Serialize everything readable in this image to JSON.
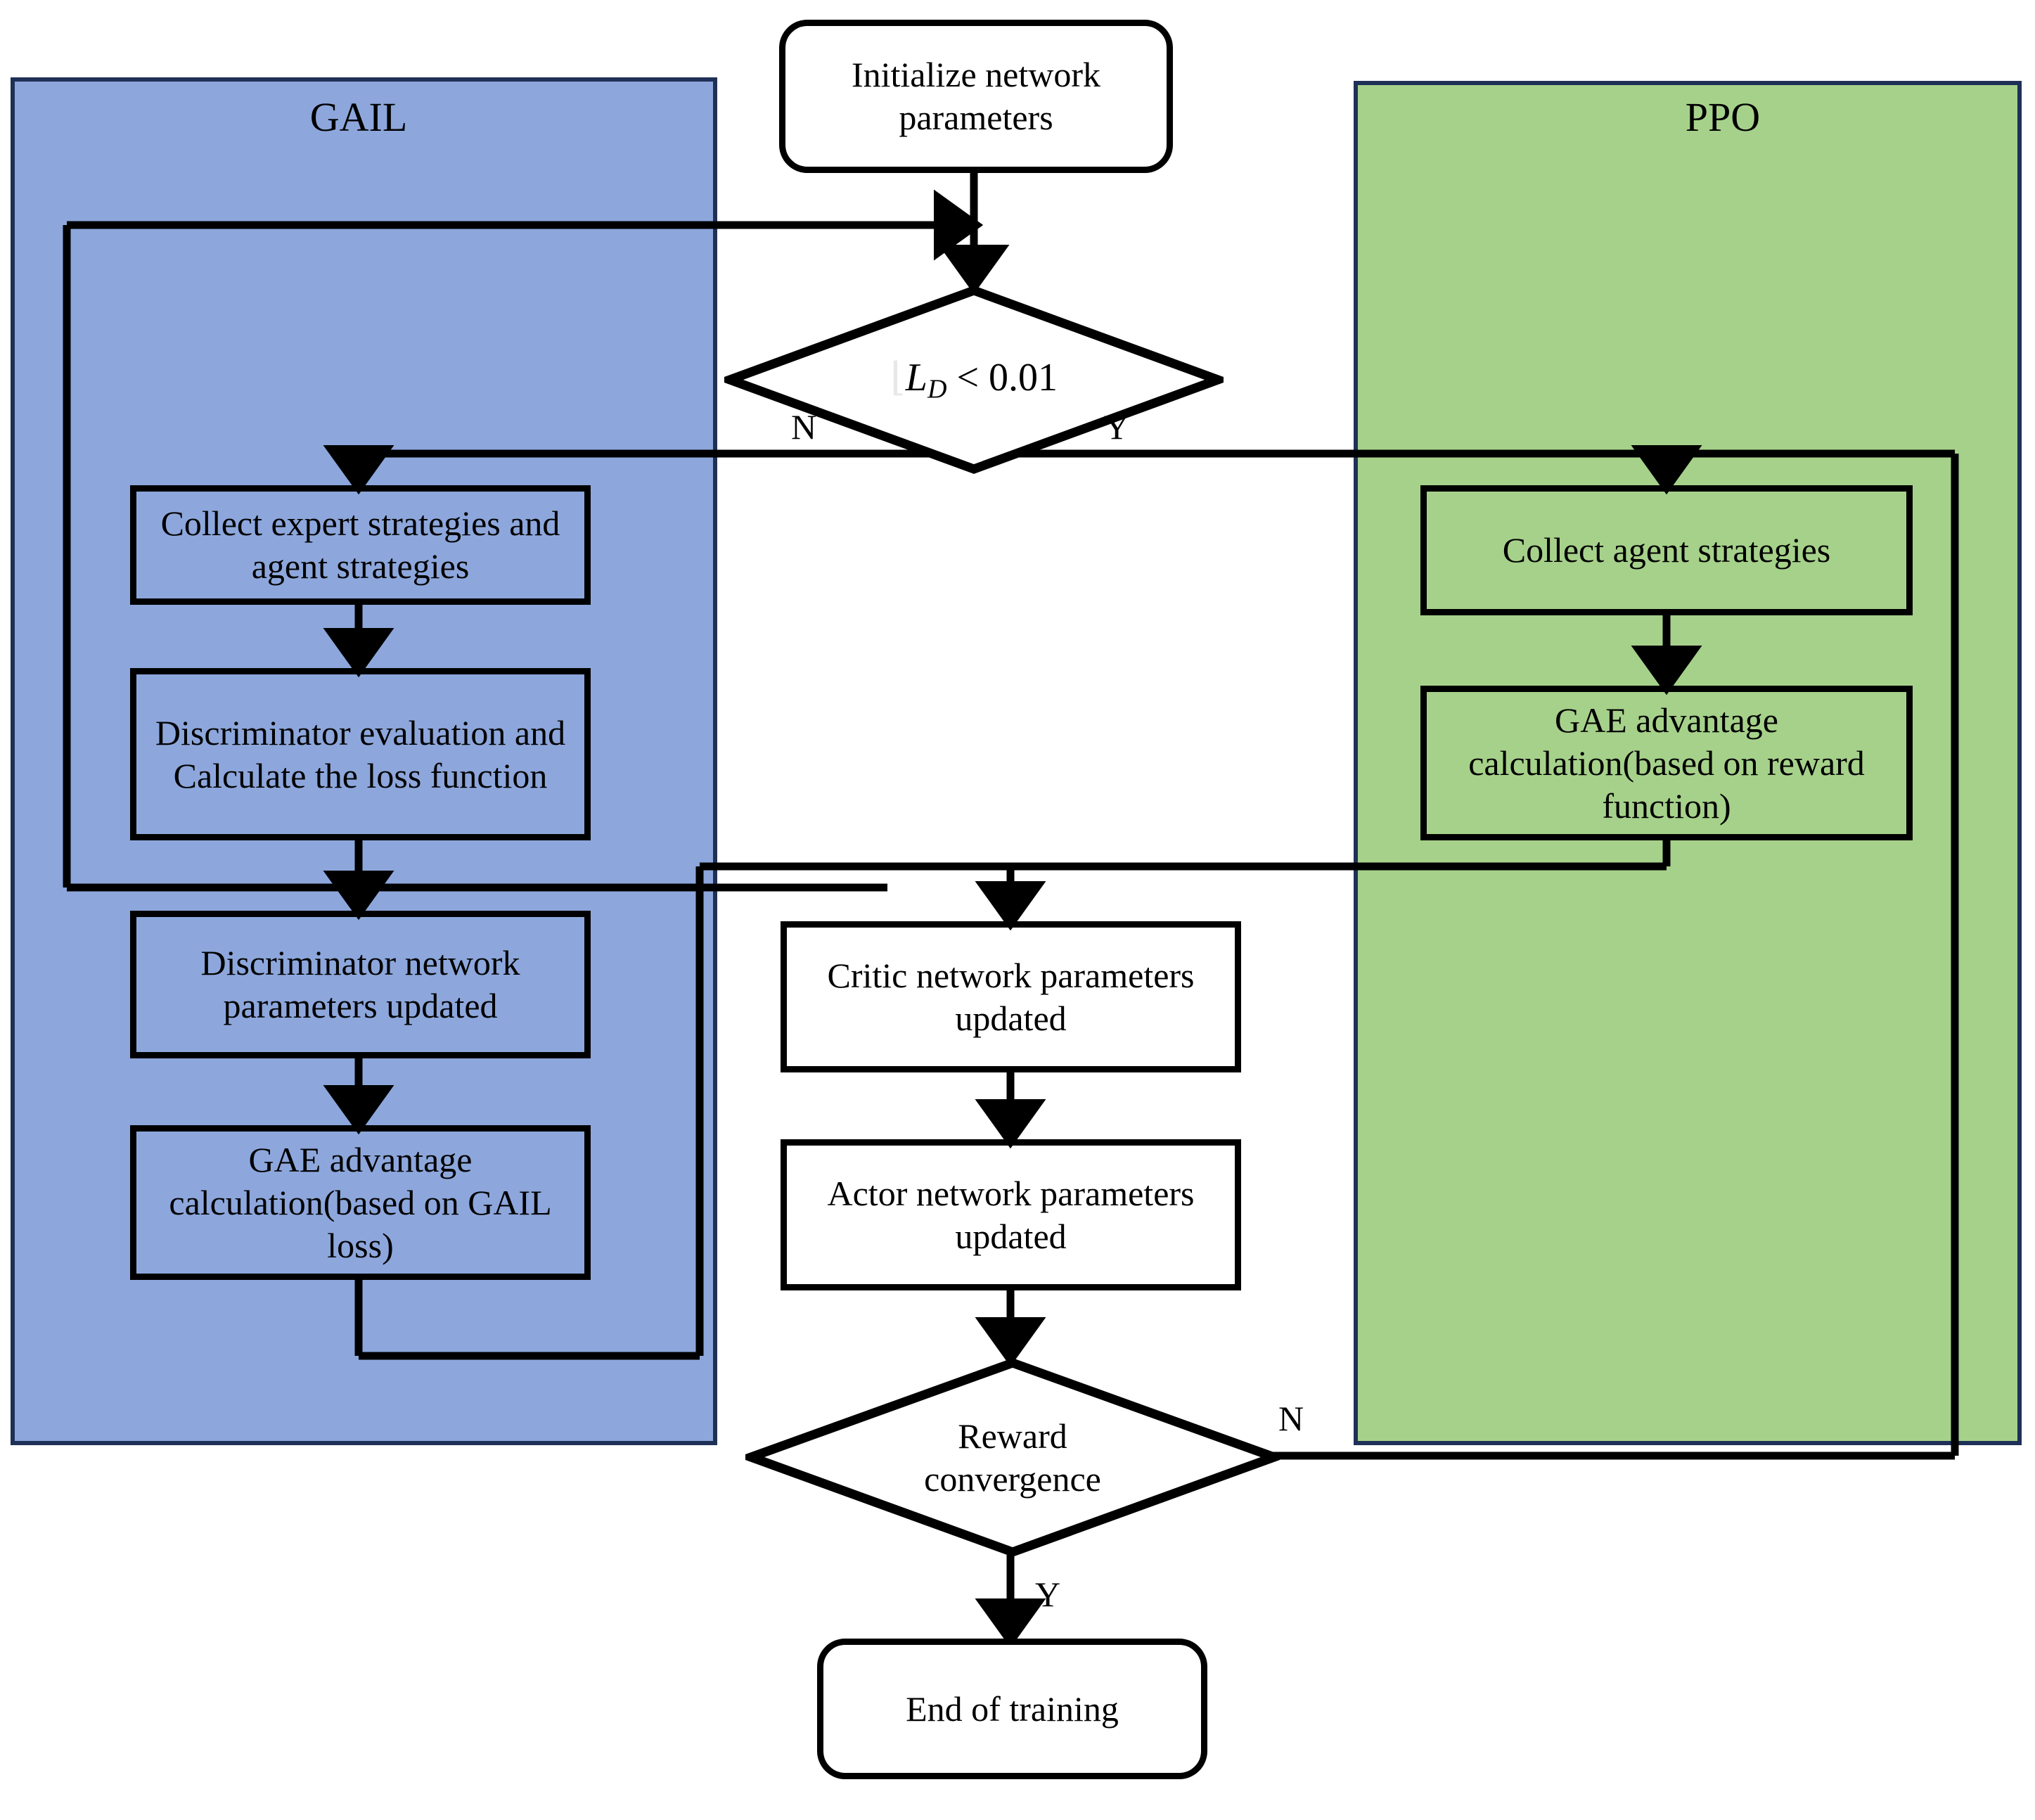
{
  "figure": {
    "type": "flowchart",
    "title": "GAIL-PPO joint training flowchart"
  },
  "panels": [
    {
      "id": "gail",
      "label": "GAIL",
      "fill": "#8da7dc",
      "stroke": "#1f3057"
    },
    {
      "id": "ppo",
      "label": "PPO",
      "fill": "#a6d18a",
      "stroke": "#1f3057"
    }
  ],
  "nodes": {
    "init": {
      "label": "Initialize network parameters",
      "shape": "rounded"
    },
    "ld_check": {
      "label": "L_D < 0.01",
      "shape": "diamond",
      "math": {
        "prefix": "",
        "symbol": "L",
        "subscript": "D",
        "operator": "<",
        "value": "0.01"
      }
    },
    "collect_expert": {
      "label": "Collect expert strategies and agent strategies",
      "shape": "rect"
    },
    "discriminator_eval": {
      "label": "Discriminator evaluation and Calculate the loss function",
      "shape": "rect"
    },
    "discriminator_update": {
      "label": "Discriminator network parameters updated",
      "shape": "rect"
    },
    "gae_gail": {
      "label": "GAE advantage calculation(based on GAIL loss)",
      "shape": "rect"
    },
    "collect_agent": {
      "label": "Collect agent strategies",
      "shape": "rect"
    },
    "gae_reward": {
      "label": "GAE advantage calculation(based on reward function)",
      "shape": "rect"
    },
    "critic_update": {
      "label": "Critic network parameters updated",
      "shape": "rect"
    },
    "actor_update": {
      "label": "Actor network parameters updated",
      "shape": "rect"
    },
    "reward_conv": {
      "label": "Reward convergence",
      "shape": "diamond"
    },
    "end": {
      "label": "End of training",
      "shape": "rounded"
    }
  },
  "edge_labels": {
    "ld_no": "N",
    "ld_yes": "Y",
    "reward_no": "N",
    "reward_yes": "Y"
  },
  "colors": {
    "gail_fill": "#8da7dc",
    "ppo_fill": "#a6d18a",
    "panel_stroke": "#1f3057",
    "line": "#000000",
    "background": "#ffffff"
  }
}
